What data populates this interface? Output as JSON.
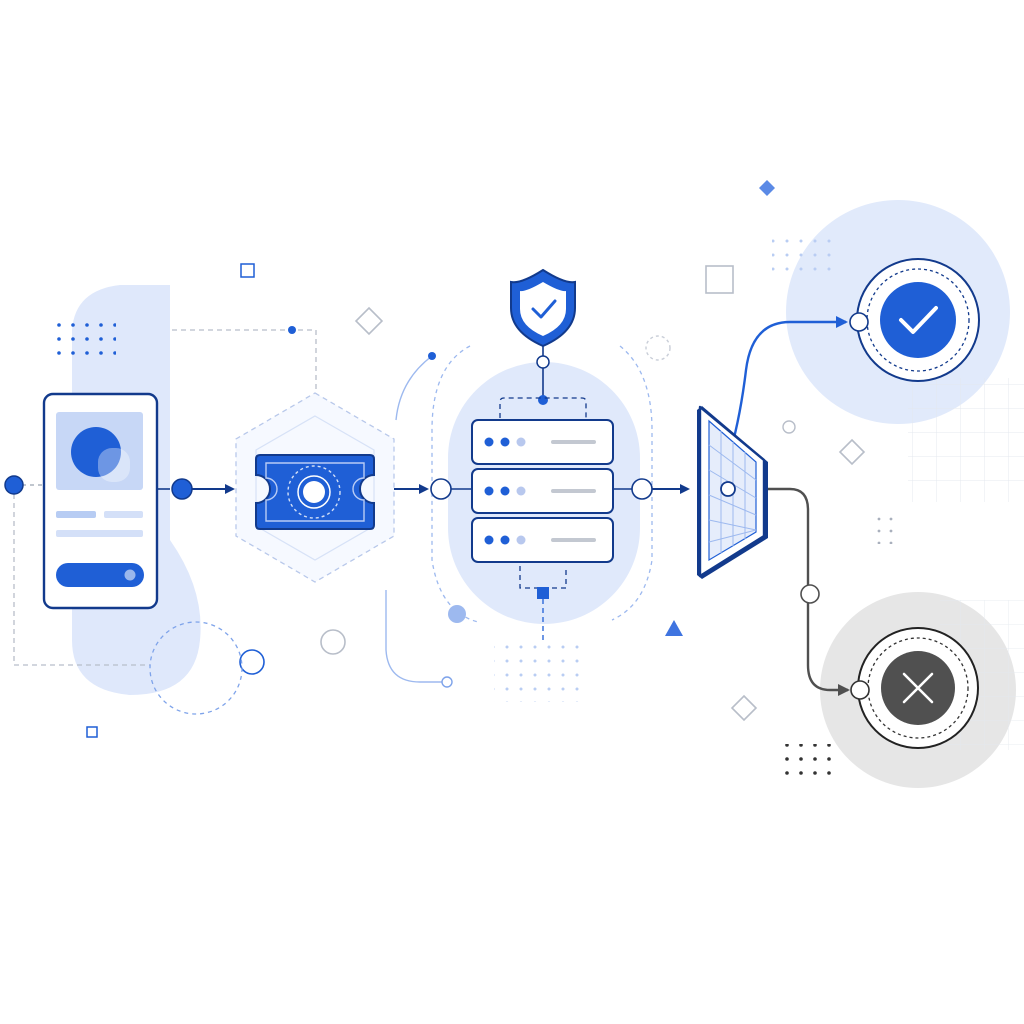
{
  "diagram": {
    "nodes": [
      {
        "id": "client-device",
        "icon": "mobile-app-icon"
      },
      {
        "id": "access-ticket",
        "icon": "ticket-icon"
      },
      {
        "id": "security-shield",
        "icon": "shield-check-icon"
      },
      {
        "id": "server-stack",
        "icon": "server-rack-icon"
      },
      {
        "id": "filter-gateway",
        "icon": "firewall-grid-icon"
      },
      {
        "id": "approved-outcome",
        "icon": "check-circle-icon"
      },
      {
        "id": "rejected-outcome",
        "icon": "x-circle-icon"
      }
    ],
    "edges": [
      {
        "from": "client-device",
        "to": "access-ticket"
      },
      {
        "from": "access-ticket",
        "to": "server-stack"
      },
      {
        "from": "security-shield",
        "to": "server-stack"
      },
      {
        "from": "server-stack",
        "to": "filter-gateway"
      },
      {
        "from": "filter-gateway",
        "to": "approved-outcome"
      },
      {
        "from": "filter-gateway",
        "to": "rejected-outcome"
      }
    ]
  },
  "colors": {
    "primary_blue": "#1f5fd6",
    "dark_navy": "#123a8c",
    "light_blue_bg": "#dfe8fb",
    "pale_blue": "#eef3fd",
    "gray_line": "#b8bec9",
    "reject_dark": "#505050",
    "reject_bg": "#e3e3e3"
  }
}
